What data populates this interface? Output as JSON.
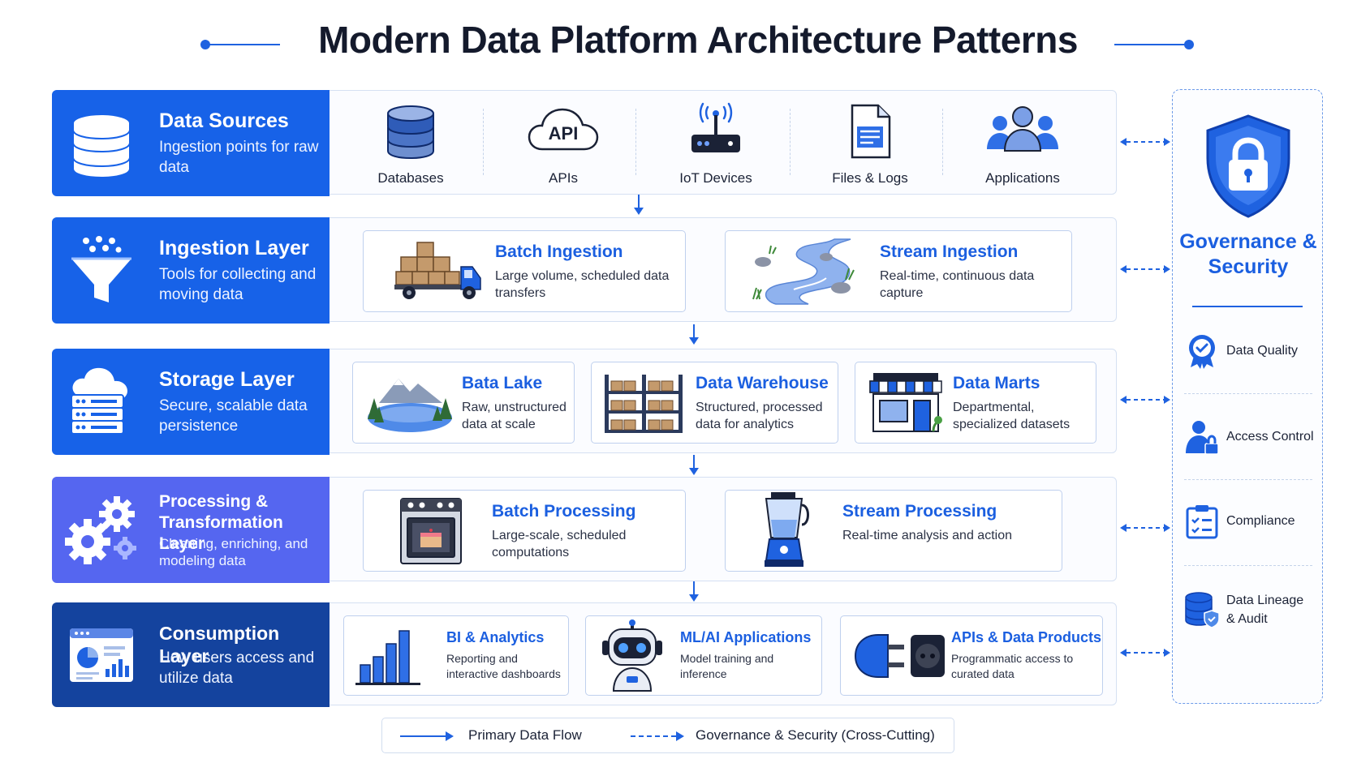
{
  "title": "Modern Data Platform Architecture Patterns",
  "colors": {
    "primary": "#1762e8",
    "purple": "#5566f0",
    "navy": "#14439e",
    "accent_text": "#1b5fe0"
  },
  "layers": [
    {
      "title": "Data Sources",
      "desc": "Ingestion points for raw data",
      "icon": "database-stack-icon"
    },
    {
      "title": "Ingestion Layer",
      "desc": "Tools for collecting and moving data",
      "icon": "funnel-icon"
    },
    {
      "title": "Storage Layer",
      "desc": "Secure, scalable data persistence",
      "icon": "cloud-server-icon"
    },
    {
      "title": "Processing & Transformation Layer",
      "desc": "Cleaning, enriching, and modeling data",
      "icon": "gears-icon"
    },
    {
      "title": "Consumption Layer",
      "desc": "How users access and utilize data",
      "icon": "dashboard-icon"
    }
  ],
  "sources": [
    {
      "label": "Databases",
      "icon": "database-icon"
    },
    {
      "label": "APIs",
      "icon": "api-cloud-icon",
      "icon_text": "API"
    },
    {
      "label": "IoT Devices",
      "icon": "router-icon"
    },
    {
      "label": "Files & Logs",
      "icon": "document-icon"
    },
    {
      "label": "Applications",
      "icon": "users-icon"
    }
  ],
  "ingestion": [
    {
      "title": "Batch Ingestion",
      "desc": "Large volume, scheduled data transfers",
      "icon": "truck-icon"
    },
    {
      "title": "Stream Ingestion",
      "desc": "Real-time, continuous data capture",
      "icon": "river-icon"
    }
  ],
  "storage": [
    {
      "title": "Bata Lake",
      "desc": "Raw, unstructured data at scale",
      "icon": "lake-icon"
    },
    {
      "title": "Data Warehouse",
      "desc": "Structured, processed data for analytics",
      "icon": "warehouse-shelves-icon"
    },
    {
      "title": "Data Marts",
      "desc": "Departmental, specialized datasets",
      "icon": "storefront-icon"
    }
  ],
  "processing": [
    {
      "title": "Batch Processing",
      "desc": "Large-scale, scheduled computations",
      "icon": "oven-icon"
    },
    {
      "title": "Stream Processing",
      "desc": "Real-time analysis and action",
      "icon": "blender-icon"
    }
  ],
  "consumption": [
    {
      "title": "BI & Analytics",
      "desc": "Reporting and interactive dashboards",
      "icon": "bar-chart-icon"
    },
    {
      "title": "ML/AI Applications",
      "desc": "Model training and inference",
      "icon": "robot-icon"
    },
    {
      "title": "APIs & Data Products",
      "desc": "Programmatic access to curated data",
      "icon": "plug-icon"
    }
  ],
  "governance": {
    "title": "Governance & Security",
    "icon": "shield-lock-icon",
    "items": [
      {
        "label": "Data Quality",
        "icon": "badge-check-icon"
      },
      {
        "label": "Access Control",
        "icon": "user-lock-icon"
      },
      {
        "label": "Compliance",
        "icon": "clipboard-check-icon"
      },
      {
        "label": "Data Lineage & Audit",
        "icon": "database-shield-icon"
      }
    ]
  },
  "legend": {
    "primary": "Primary Data Flow",
    "governance": "Governance & Security (Cross-Cutting)"
  }
}
